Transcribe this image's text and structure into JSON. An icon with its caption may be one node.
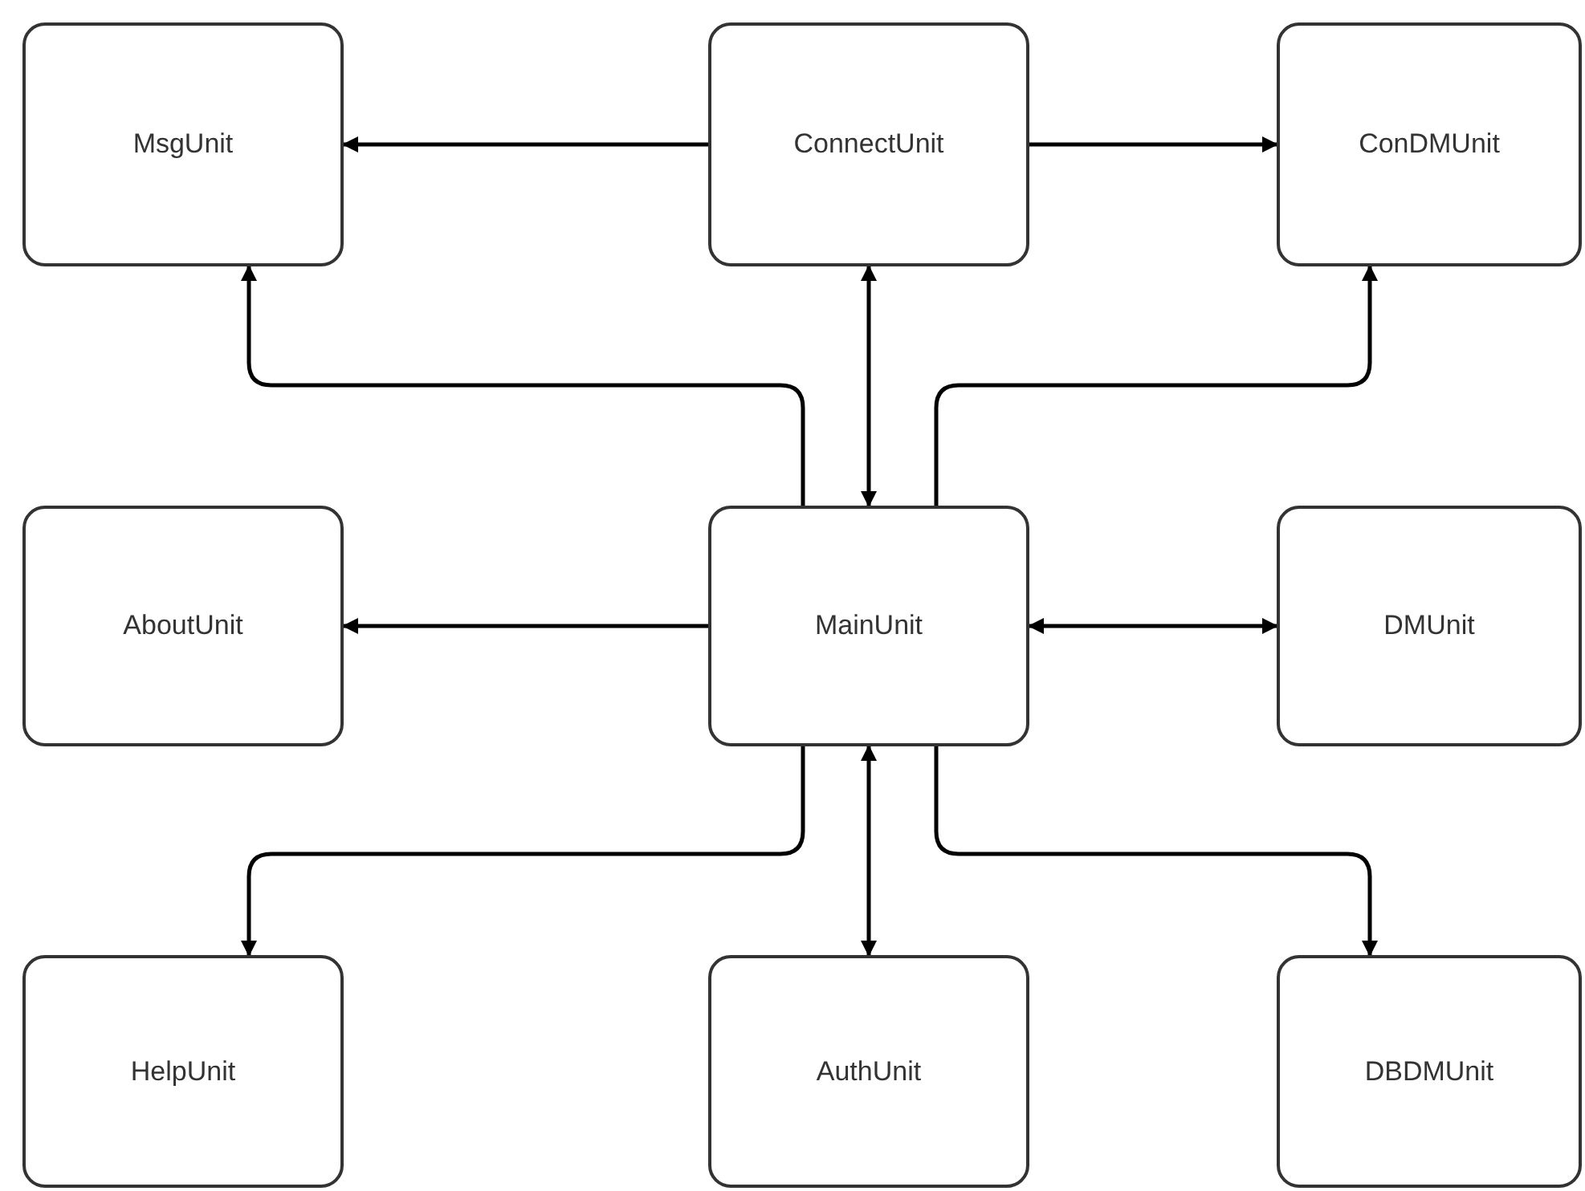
{
  "diagram": {
    "nodes": [
      {
        "text": [
          "MsgUnit"
        ]
      },
      {
        "text": [
          "ConnectUnit"
        ]
      },
      {
        "text": [
          "ConDMUnit"
        ]
      },
      {
        "text": [
          "AboutUnit"
        ]
      },
      {
        "text": [
          "MainUnit"
        ]
      },
      {
        "text": [
          "DMUnit"
        ]
      },
      {
        "text": [
          "HelpUnit"
        ]
      },
      {
        "text": [
          "AuthUnit"
        ]
      },
      {
        "text": [
          "DBDMUnit"
        ]
      }
    ],
    "edges": [
      {
        "from": 1,
        "to": 0,
        "arrow": "to"
      },
      {
        "from": 1,
        "to": 2,
        "arrow": "to"
      },
      {
        "from": 4,
        "to": 0,
        "arrow": "to"
      },
      {
        "from": 1,
        "to": 4,
        "arrow": "both"
      },
      {
        "from": 4,
        "to": 2,
        "arrow": "to"
      },
      {
        "from": 4,
        "to": 3,
        "arrow": "to"
      },
      {
        "from": 4,
        "to": 5,
        "arrow": "both"
      },
      {
        "from": 4,
        "to": 6,
        "arrow": "to"
      },
      {
        "from": 4,
        "to": 7,
        "arrow": "both"
      },
      {
        "from": 4,
        "to": 8,
        "arrow": "to"
      }
    ]
  }
}
